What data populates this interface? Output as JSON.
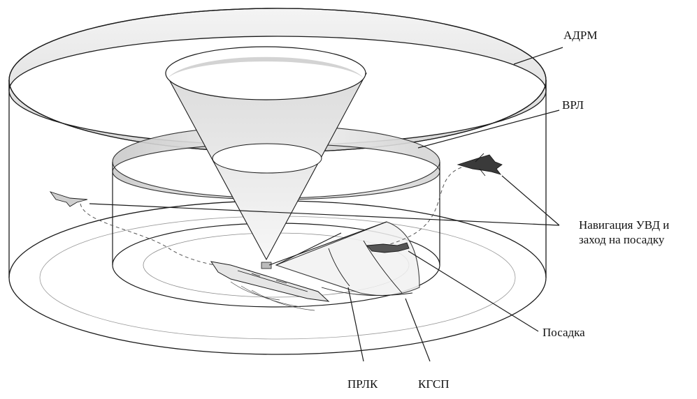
{
  "labels": {
    "adrm": "АДРМ",
    "vrl": "ВРЛ",
    "navigation_line1": "Навигация УВД и",
    "navigation_line2": "заход на посадку",
    "landing": "Посадка",
    "prlk": "ПРЛК",
    "kgsp": "КГСП"
  },
  "colors": {
    "stroke": "#1a1a1a",
    "fill_light": "#ececec",
    "fill_shadow": "#cfcfcf",
    "background": "#ffffff"
  }
}
